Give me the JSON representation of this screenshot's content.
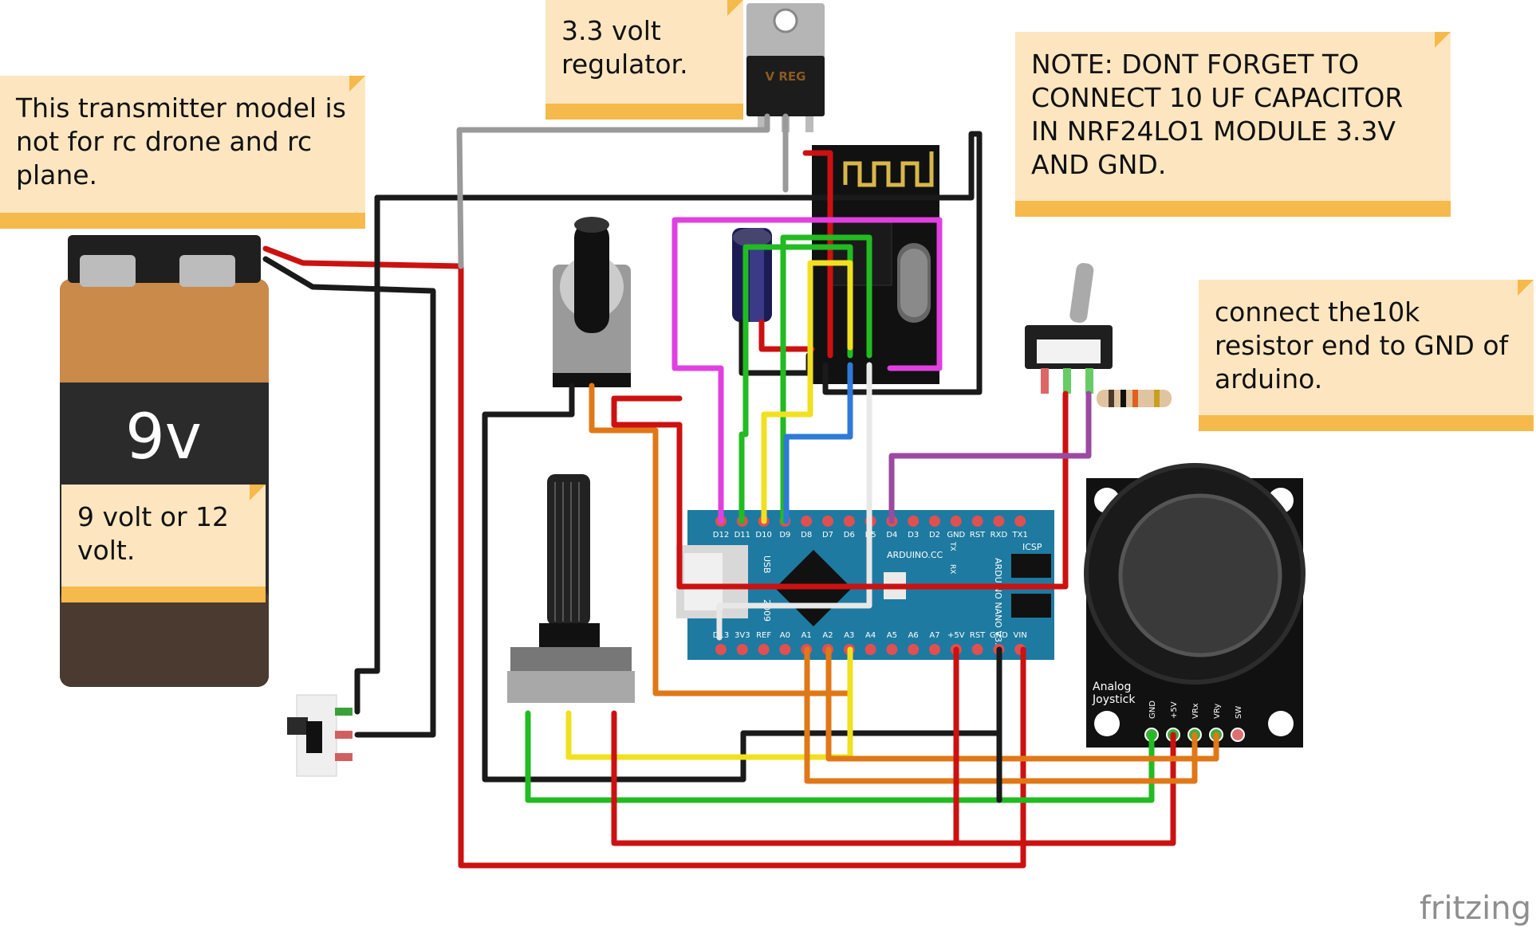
{
  "notes": {
    "transmitter": "This transmitter model is\nnot for rc drone and rc\nplane.",
    "regulator": "3.3 volt\nregulator.",
    "capacitor": "NOTE: DONT FORGET TO\nCONNECT 10 UF CAPACITOR\nIN NRF24LO1 MODULE 3.3V\nAND GND.",
    "resistor": "connect the10k\nresistor end to GND of\narduino.",
    "battery_volts": "9 volt or 12\nvolt."
  },
  "battery": {
    "label": "9v"
  },
  "regulator": {
    "label": "V REG"
  },
  "arduino": {
    "top_pins": [
      "D12",
      "D11",
      "D10",
      "D9",
      "D8",
      "D7",
      "D6",
      "D5",
      "D4",
      "D3",
      "D2",
      "GND",
      "RST",
      "RXD",
      "TX1"
    ],
    "bottom_pins": [
      "D13",
      "3V3",
      "REF",
      "A0",
      "A1",
      "A2",
      "A3",
      "A4",
      "A5",
      "A6",
      "A7",
      "+5V",
      "RST",
      "GND",
      "VIN"
    ],
    "brand": "ARDUINO.CC",
    "model": "ARDUINO NANO V3.0",
    "usb": "USB",
    "icsp": "ICSP",
    "tx": "TX",
    "rx": "RX",
    "year": "2009"
  },
  "joystick": {
    "label": "Analog\nJoystick",
    "pins": [
      "GND",
      "+5V",
      "VRx",
      "VRy",
      "SW"
    ]
  },
  "brand": "fritzing",
  "colors": {
    "red": "#cc1111",
    "black": "#1a1a1a",
    "gray": "#9a9a9a",
    "magenta": "#e040e0",
    "green": "#22bb22",
    "yellow": "#f0e020",
    "blue": "#2e7ad6",
    "orange": "#e07818",
    "purple": "#9a4aa0",
    "white": "#e8e8e8",
    "note_fill": "#fde6bf",
    "note_bar": "#f6b94b",
    "arduino_board": "#1e7aa0"
  }
}
